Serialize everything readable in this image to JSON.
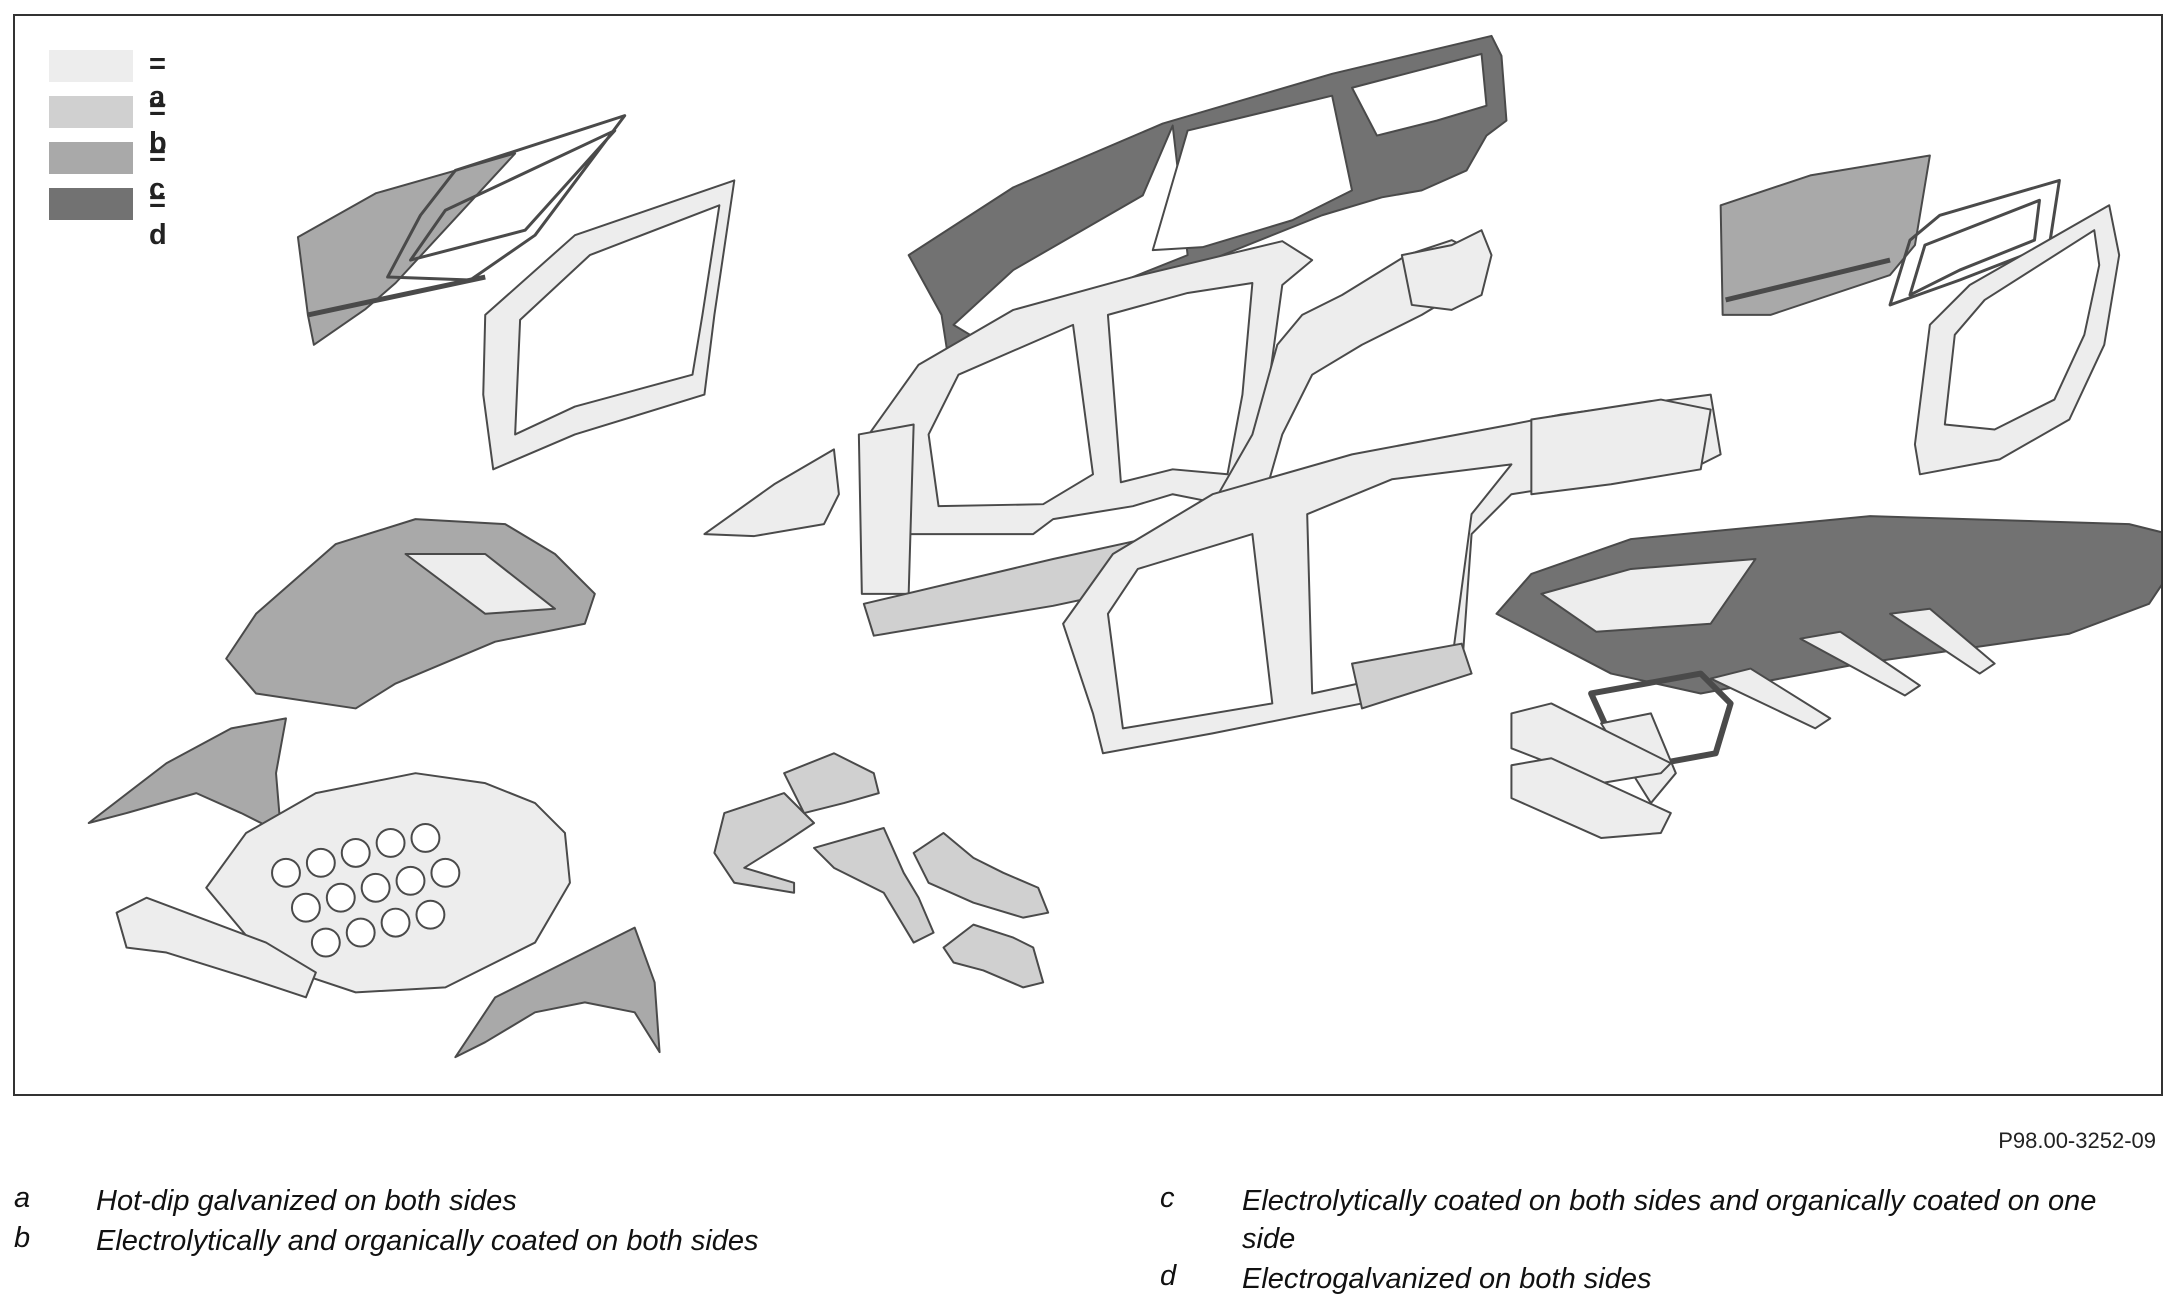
{
  "legend": {
    "items": [
      {
        "label": "= a",
        "color": "#ededed"
      },
      {
        "label": "= b",
        "color": "#d0d0d0"
      },
      {
        "label": "= c",
        "color": "#a9a9a9"
      },
      {
        "label": "= d",
        "color": "#727272"
      }
    ]
  },
  "figure_id": "P98.00-3252-09",
  "key": [
    {
      "letter": "a",
      "text": "Hot-dip galvanized on both sides"
    },
    {
      "letter": "b",
      "text": "Electrolytically and organically coated on both sides"
    },
    {
      "letter": "c",
      "text": "Electrolytically coated on both sides and organically coated on one side"
    },
    {
      "letter": "d",
      "text": "Electrogalvanized on both sides"
    }
  ],
  "colors": {
    "a": "#ededed",
    "b": "#d0d0d0",
    "c": "#a9a9a9",
    "d": "#727272",
    "outline": "#4a4a4a"
  }
}
